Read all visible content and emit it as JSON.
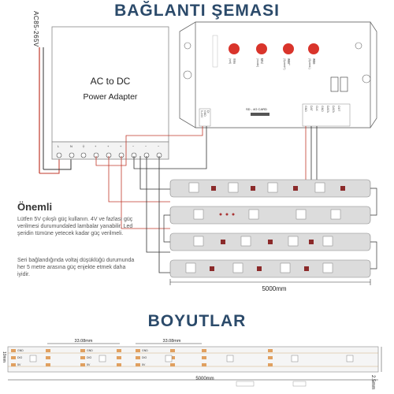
{
  "title": "BAĞLANTI ŞEMASI",
  "section2_title": "BOYUTLAR",
  "ac_label": "AC85-265V",
  "adapter": {
    "line1": "AC to DC",
    "line2": "Power Adapter",
    "terminals": [
      "L",
      "N",
      "⏚",
      "+",
      "+",
      "+",
      "−",
      "−",
      "−"
    ]
  },
  "controller": {
    "buttons": [
      "(set)",
      "(mode)",
      "(Speed+)",
      "(Speed-)"
    ],
    "button_labels": [
      "设定",
      "模式",
      "速度+",
      "速度-"
    ],
    "sd_label": "SD - 4G CARD",
    "input_pins": [
      "5-24V",
      "GND",
      "DI"
    ],
    "output_pins": [
      "GND",
      "DAT",
      "CLK",
      "GND",
      "DATA",
      "DATA",
      "OUT"
    ]
  },
  "important": {
    "heading": "Önemli",
    "note1": "Lütfen 5V çıkışlı güç kullanın. 4V ve fazlası güç verilmesi durumundaled lambalar yanabilir. Led şeridin tümüne yetecek kadar güç verilmeli.",
    "note2": "Seri bağlandığında voltaj düşüklüğü durumunda her 5 metre arasına güç enjekte etmek daha iyidir."
  },
  "strip_length": "5000mm",
  "dimensions": {
    "segment": "33.08mm",
    "segment2": "33.08mm",
    "total": "5000mm",
    "width": "2.5mm",
    "height": "10mm",
    "pin_labels": [
      "GND",
      "DIO",
      "5V"
    ]
  },
  "colors": {
    "title": "#2b4a6a",
    "strip": "#d8d8d8",
    "led": "#8b2a2a",
    "pad": "#e0a060",
    "wire_red": "#c0392b"
  }
}
